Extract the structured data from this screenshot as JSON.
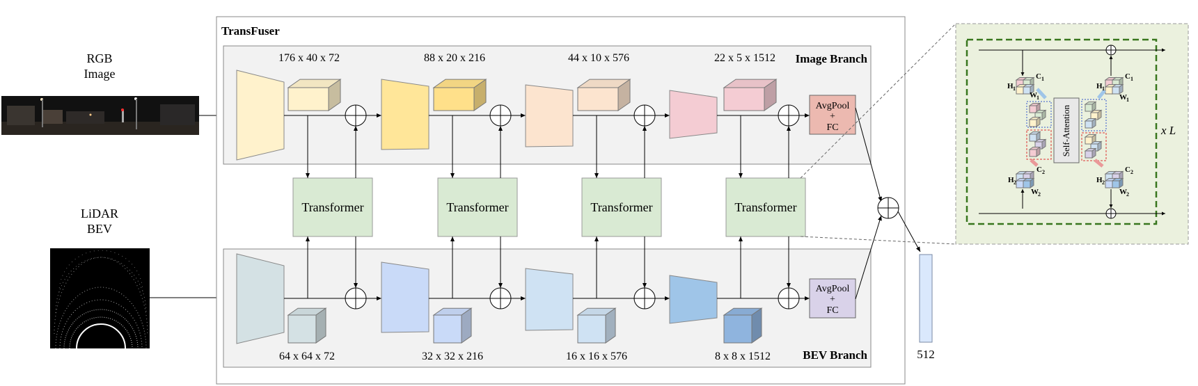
{
  "inputs": {
    "rgb": {
      "line1": "RGB",
      "line2": "Image"
    },
    "lidar": {
      "line1": "LiDAR",
      "line2": "BEV"
    }
  },
  "transfuser_title": "TransFuser",
  "image_branch": {
    "title": "Image Branch",
    "dims": [
      "176 x 40 x 72",
      "88 x 20 x 216",
      "44 x 10 x 576",
      "22 x 5 x 1512"
    ],
    "colors": [
      "#fff2cc",
      "#ffe699",
      "#fce4cf",
      "#f4ccd3"
    ],
    "cube_colors": [
      "#fff2cc",
      "#ffe08a",
      "#fce4cf",
      "#f4ccd3"
    ]
  },
  "bev_branch": {
    "title": "BEV Branch",
    "dims": [
      "64 x 64 x 72",
      "32 x 32 x 216",
      "16 x 16 x 576",
      "8 x 8 x 1512"
    ],
    "colors": [
      "#d4e1e4",
      "#c9daf8",
      "#cfe2f3",
      "#9fc5e8"
    ],
    "cube_colors": [
      "#d4e1e4",
      "#c9daf8",
      "#cfe2f3",
      "#8fb4de"
    ]
  },
  "transformer_label": "Transformer",
  "image_head": {
    "l1": "AvgPool",
    "l2": "+",
    "l3": "FC",
    "color": "#ecb9b0"
  },
  "bev_head": {
    "l1": "AvgPool",
    "l2": "+",
    "l3": "FC",
    "color": "#d9d2e9"
  },
  "output_dim": "512",
  "inset": {
    "self_attention": "Self-Attention",
    "H1": "H",
    "H1_sub": "1",
    "W1": "W",
    "W1_sub": "1",
    "C1": "C",
    "C1_sub": "1",
    "H2": "H",
    "H2_sub": "2",
    "W2": "W",
    "W2_sub": "2",
    "C2": "C",
    "C2_sub": "2",
    "repeat": "x L"
  },
  "colors": {
    "panel_fill": "#f2f2f2",
    "transformer_fill": "#d9ead3",
    "inset_fill": "#ebf1de",
    "inset_border": "#38761d",
    "output_fill": "#dae8fc"
  }
}
